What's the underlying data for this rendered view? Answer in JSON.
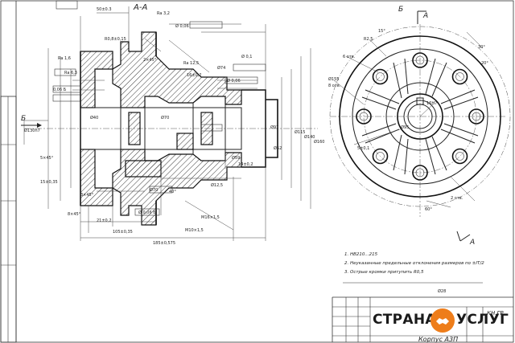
{
  "drawing": {
    "section_label": "А-А",
    "view_label": "Б",
    "arrow_A": "А",
    "arrow_B": "Б",
    "title_text": "Корпус А3П",
    "designation_text": "КН.ГР.",
    "notes": [
      "1. НВ210...215",
      "2. Неуказанные предельные отклонения размеров по ±IT/2",
      "3. Острые кромки притупить R0,5"
    ],
    "dimensions": {
      "d1": "Ra 3,2",
      "d2": "Ra 1,6",
      "d3": "Ra 6,3",
      "d4": "50±0.3",
      "d5": "R0,8±0,15",
      "d6": "Ø130h7",
      "d7": "Ø28",
      "d8": "2×45°",
      "d9": "16±0,2",
      "d10": "Ø 0,06",
      "d11": "0,06 Б",
      "d12": "Ø74",
      "d13": "Ø97",
      "d14": "Ø115",
      "d15": "Ø140",
      "d16": "Ø160",
      "d17": "Ø40",
      "d18": "Ø52",
      "d19": "Ø59",
      "d20": "Ø70",
      "d21": "21±0,2",
      "d22": "105±0,35",
      "d23": "185±0,575",
      "d24": "M10×1,5",
      "d25": "Ø12,5",
      "d26": "6 отв.",
      "d27": "Ø 0,1",
      "d28": "20°",
      "d29": "5×45°",
      "d30": "40°",
      "d31": "8×45°",
      "d32": "Ra 12,5",
      "d33": "15±0,35",
      "d34": "Ø 0,06 Б",
      "d35": "M16×1,5",
      "d36": "Ø70",
      "d37": "3×45°",
      "d38": "Ø 0,06",
      "d39": "60°",
      "d40": "14±0,2",
      "d41": "Ø155",
      "d42": "8 отв.",
      "d43": "R2,5",
      "d44": "16H7",
      "d45": "Ø95",
      "d46": "2 отв.",
      "d47": "15°",
      "d48": "5±0,1",
      "d49": "30°"
    }
  },
  "watermark": {
    "left_word": "СТРАНА",
    "right_word": "УСЛУГ",
    "brand_color": "#ee7d1a"
  }
}
